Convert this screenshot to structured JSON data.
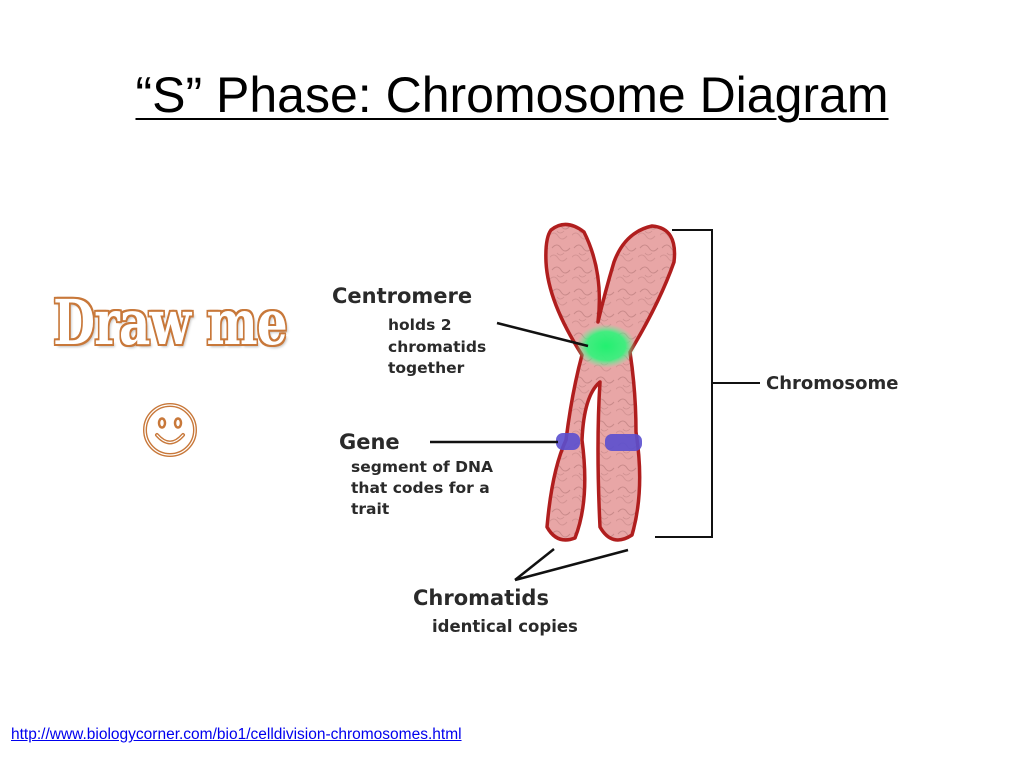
{
  "slide": {
    "title": "“S” Phase: Chromosome Diagram",
    "draw_me": "Draw me",
    "source_link": "http://www.biologycorner.com/bio1/celldivision-chromosomes.html"
  },
  "diagram": {
    "centromere": {
      "label": "Centromere",
      "line1": "holds 2",
      "line2": "chromatids",
      "line3": "together"
    },
    "gene": {
      "label": "Gene",
      "line1": "segment of DNA",
      "line2": "that codes for a",
      "line3": "trait"
    },
    "chromosome": {
      "label": "Chromosome"
    },
    "chromatids": {
      "label": "Chromatids",
      "desc": "identical copies"
    }
  },
  "colors": {
    "chromosome_fill": "#e8a6a6",
    "chromosome_outline": "#b01e1e",
    "centromere": "#2ef07a",
    "gene_band": "#5a4fcf",
    "draw_me_outline": "#c8783a",
    "link": "#0000ee"
  },
  "icons": [
    "smiley-icon"
  ]
}
